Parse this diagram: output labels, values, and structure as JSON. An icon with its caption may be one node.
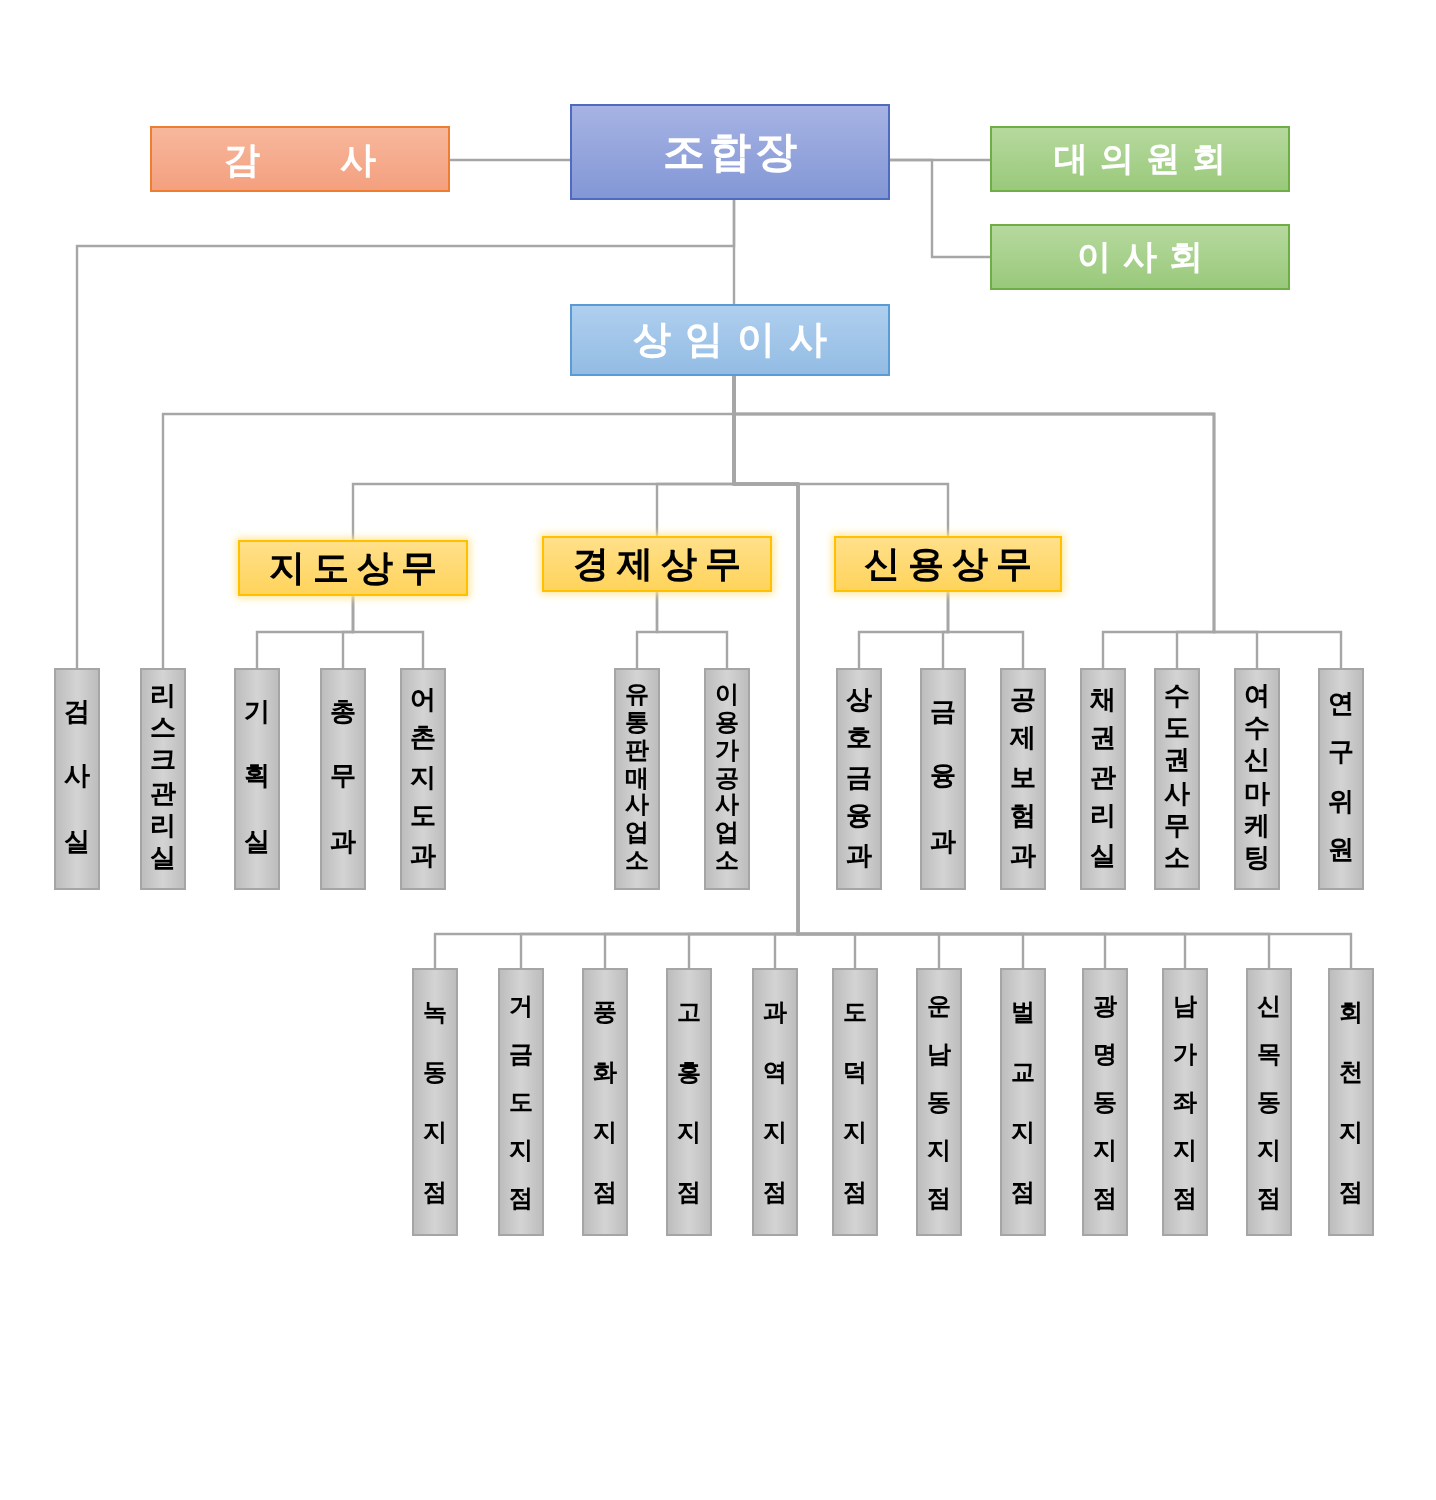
{
  "diagram": {
    "nodes": [
      {
        "text": [
          "감사"
        ]
      },
      {
        "text": [
          "조합장"
        ]
      },
      {
        "text": [
          "대의원회"
        ]
      },
      {
        "text": [
          "이사회"
        ]
      },
      {
        "text": [
          "상임이사"
        ]
      },
      {
        "text": [
          "지도상무"
        ]
      },
      {
        "text": [
          "경제상무"
        ]
      },
      {
        "text": [
          "신용상무"
        ]
      },
      {
        "text": [
          "검사실"
        ]
      },
      {
        "text": [
          "리스크관리실"
        ]
      },
      {
        "text": [
          "기획실"
        ]
      },
      {
        "text": [
          "총무과"
        ]
      },
      {
        "text": [
          "어촌지도과"
        ]
      },
      {
        "text": [
          "유통판매사업소"
        ]
      },
      {
        "text": [
          "이용가공사업소"
        ]
      },
      {
        "text": [
          "상호금융과"
        ]
      },
      {
        "text": [
          "금융과"
        ]
      },
      {
        "text": [
          "공제보험과"
        ]
      },
      {
        "text": [
          "채권관리실"
        ]
      },
      {
        "text": [
          "수도권사무소"
        ]
      },
      {
        "text": [
          "여수신마케팅"
        ]
      },
      {
        "text": [
          "연구위원"
        ]
      },
      {
        "text": [
          "녹동지점"
        ]
      },
      {
        "text": [
          "거금도지점"
        ]
      },
      {
        "text": [
          "풍화지점"
        ]
      },
      {
        "text": [
          "고흥지점"
        ]
      },
      {
        "text": [
          "과역지점"
        ]
      },
      {
        "text": [
          "도덕지점"
        ]
      },
      {
        "text": [
          "운남동지점"
        ]
      },
      {
        "text": [
          "벌교지점"
        ]
      },
      {
        "text": [
          "광명동지점"
        ]
      },
      {
        "text": [
          "남가좌지점"
        ]
      },
      {
        "text": [
          "신목동지점"
        ]
      },
      {
        "text": [
          "회천지점"
        ]
      }
    ],
    "edges": [
      {
        "from": 1,
        "to": 0,
        "arrow": "none"
      },
      {
        "from": 1,
        "to": 2,
        "arrow": "none"
      },
      {
        "from": 1,
        "to": 3,
        "arrow": "none"
      },
      {
        "from": 1,
        "to": 4,
        "arrow": "none"
      },
      {
        "from": 1,
        "to": 8,
        "arrow": "none"
      },
      {
        "from": 4,
        "to": 9,
        "arrow": "none"
      },
      {
        "from": 4,
        "to": 5,
        "arrow": "none"
      },
      {
        "from": 4,
        "to": 6,
        "arrow": "none"
      },
      {
        "from": 4,
        "to": 7,
        "arrow": "none"
      },
      {
        "from": 5,
        "to": 10,
        "arrow": "none"
      },
      {
        "from": 5,
        "to": 11,
        "arrow": "none"
      },
      {
        "from": 5,
        "to": 12,
        "arrow": "none"
      },
      {
        "from": 6,
        "to": 13,
        "arrow": "none"
      },
      {
        "from": 6,
        "to": 14,
        "arrow": "none"
      },
      {
        "from": 7,
        "to": 15,
        "arrow": "none"
      },
      {
        "from": 7,
        "to": 16,
        "arrow": "none"
      },
      {
        "from": 7,
        "to": 17,
        "arrow": "none"
      },
      {
        "from": 4,
        "to": 18,
        "arrow": "none"
      },
      {
        "from": 4,
        "to": 19,
        "arrow": "none"
      },
      {
        "from": 4,
        "to": 20,
        "arrow": "none"
      },
      {
        "from": 4,
        "to": 21,
        "arrow": "none"
      },
      {
        "from": 4,
        "to": 22,
        "arrow": "none"
      },
      {
        "from": 4,
        "to": 23,
        "arrow": "none"
      },
      {
        "from": 4,
        "to": 24,
        "arrow": "none"
      },
      {
        "from": 4,
        "to": 25,
        "arrow": "none"
      },
      {
        "from": 4,
        "to": 26,
        "arrow": "none"
      },
      {
        "from": 4,
        "to": 27,
        "arrow": "none"
      },
      {
        "from": 4,
        "to": 28,
        "arrow": "none"
      },
      {
        "from": 4,
        "to": 29,
        "arrow": "none"
      },
      {
        "from": 4,
        "to": 30,
        "arrow": "none"
      },
      {
        "from": 4,
        "to": 31,
        "arrow": "none"
      },
      {
        "from": 4,
        "to": 32,
        "arrow": "none"
      },
      {
        "from": 4,
        "to": 33,
        "arrow": "none"
      }
    ]
  }
}
